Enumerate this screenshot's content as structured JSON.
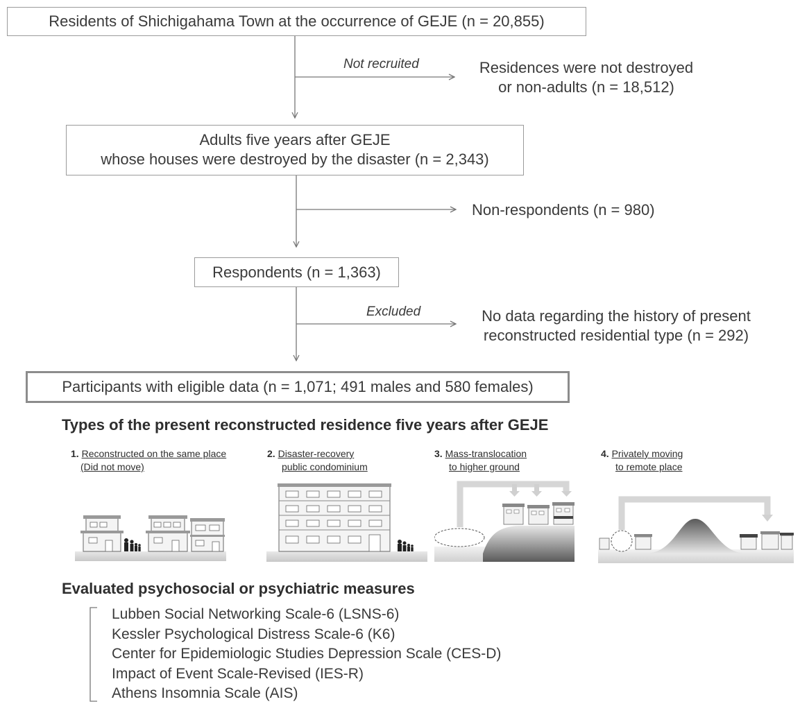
{
  "flow": {
    "box1": "Residents of Shichigahama Town at the occurrence of GEJE (n = 20,855)",
    "label1": "Not recruited",
    "side1": [
      "Residences were not destroyed",
      "or non-adults (n = 18,512)"
    ],
    "box2": [
      "Adults five years after GEJE",
      "whose houses were destroyed by the disaster (n = 2,343)"
    ],
    "side2": "Non-respondents (n = 980)",
    "box3": "Respondents (n = 1,363)",
    "label3": "Excluded",
    "side3": [
      "No data regarding the history of present",
      "reconstructed residential type (n = 292)"
    ],
    "box4": "Participants with eligible data (n = 1,071; 491 males and 580 females)"
  },
  "types": {
    "heading": "Types of the present reconstructed residence five years after GEJE",
    "items": [
      {
        "num": "1.",
        "lines": [
          "Reconstructed on the same place",
          "(Did not move)"
        ]
      },
      {
        "num": "2.",
        "lines": [
          "Disaster-recovery",
          "public condominium"
        ]
      },
      {
        "num": "3.",
        "lines": [
          "Mass-translocation",
          "to higher ground"
        ]
      },
      {
        "num": "4.",
        "lines": [
          "Privately moving",
          "to remote place"
        ]
      }
    ]
  },
  "measures": {
    "heading": "Evaluated psychosocial or psychiatric measures",
    "items": [
      "Lubben Social Networking Scale-6 (LSNS-6)",
      "Kessler Psychological Distress Scale-6 (K6)",
      "Center for Epidemiologic Studies Depression Scale (CES-D)",
      "Impact of Event Scale-Revised (IES-R)",
      "Athens Insomnia Scale (AIS)"
    ]
  }
}
